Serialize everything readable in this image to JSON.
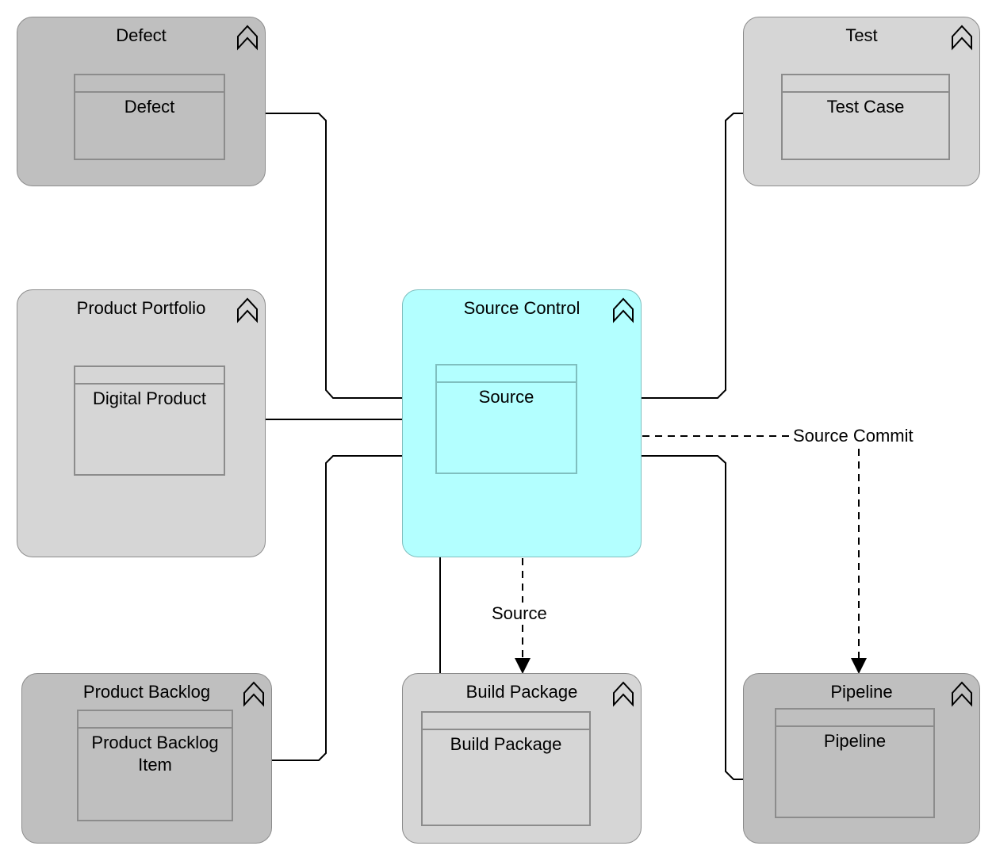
{
  "groups": {
    "defect": {
      "title": "Defect",
      "entity": "Defect"
    },
    "test": {
      "title": "Test",
      "entity": "Test Case"
    },
    "product_portfolio": {
      "title": "Product Portfolio",
      "entity": "Digital Product"
    },
    "source_control": {
      "title": "Source Control",
      "entity": "Source"
    },
    "product_backlog": {
      "title": "Product Backlog",
      "entity": "Product Backlog Item"
    },
    "build_package": {
      "title": "Build Package",
      "entity": "Build Package"
    },
    "pipeline": {
      "title": "Pipeline",
      "entity": "Pipeline"
    }
  },
  "edge_labels": {
    "source_commit": "Source Commit",
    "source": "Source"
  },
  "colors": {
    "dark_group": "#bfbfbf",
    "light_group": "#d6d6d6",
    "highlight_group": "#b3ffff",
    "border": "#8c8c8c"
  },
  "icons": {
    "collapse": "double-chevron-up-icon"
  }
}
